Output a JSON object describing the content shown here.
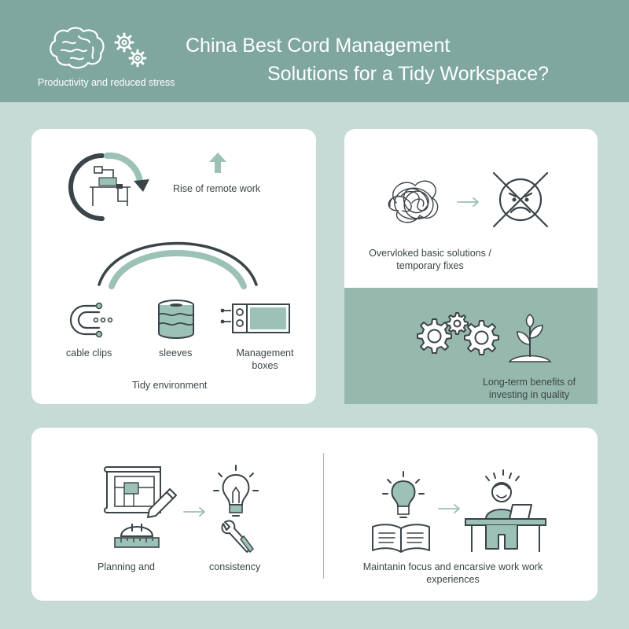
{
  "header": {
    "title_line1": "China Best Cord Management",
    "title_line2": "Solutions for a Tidy Workspace?",
    "subtitle": "Productivity and reduced stress",
    "icons": [
      "brain-icon",
      "gears-icon"
    ]
  },
  "left_card": {
    "remote_work_label": "Rise of remote work",
    "items": [
      {
        "label": "cable clips",
        "icon": "cable-clip-icon"
      },
      {
        "label": "sleeves",
        "icon": "sleeve-icon"
      },
      {
        "label": "Management boxes",
        "icon": "management-box-icon"
      }
    ],
    "footer_label": "Tidy environment"
  },
  "right_card": {
    "top_label": "Overvloked basic solutions / temporary fixes",
    "bottom_label": "Long-term benefits of investing in quality"
  },
  "bottom_card": {
    "left_label_1": "Planning and",
    "left_label_2": "consistency",
    "right_label": "Maintanin focus and encarsive work work experiences"
  },
  "colors": {
    "header": "#7fa7a0",
    "background": "#c6dbd5",
    "accent_green": "#9cc1b6",
    "panel_green": "#97b9ad",
    "stroke": "#3b4448"
  }
}
